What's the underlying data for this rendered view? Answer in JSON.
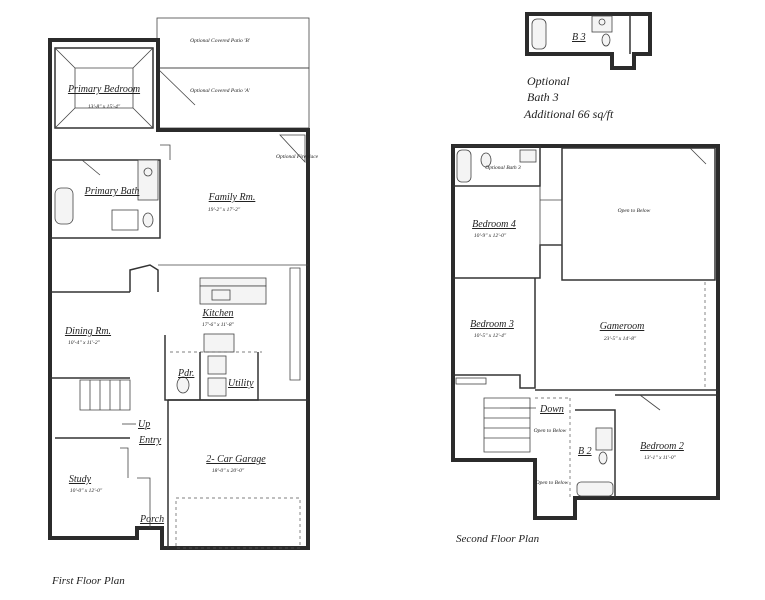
{
  "first_floor": {
    "title": "First Floor Plan",
    "covered_patio_b": "Optional Covered Patio 'B'",
    "covered_patio_a": "Optional Covered Patio 'A'",
    "optional_fireplace": "Optional Fireplace",
    "rooms": {
      "primary_bedroom": {
        "name": "Primary Bedroom",
        "dim": "13'-8\" x 15'-4\""
      },
      "primary_bath": {
        "name": "Primary Bath"
      },
      "family_room": {
        "name": "Family Rm.",
        "dim": "19'-2\" x 17'-2\""
      },
      "kitchen": {
        "name": "Kitchen",
        "dim": "17'-6\" x 11'-8\""
      },
      "dining_room": {
        "name": "Dining Rm.",
        "dim": "10'-4\" x 11'-2\""
      },
      "powder": {
        "name": "Pdr."
      },
      "utility": {
        "name": "Utility"
      },
      "up": {
        "name": "Up"
      },
      "entry": {
        "name": "Entry"
      },
      "garage": {
        "name": "2- Car Garage",
        "dim": "18'-0\" x 20'-0\""
      },
      "study": {
        "name": "Study",
        "dim": "10'-0\" x 12'-0\""
      },
      "porch": {
        "name": "Porch"
      }
    }
  },
  "second_floor": {
    "title": "Second Floor Plan",
    "optional_bath_3_label": "Optional Bath 3",
    "rooms": {
      "bedroom_4": {
        "name": "Bedroom 4",
        "dim": "10'-9\" x 12'-0\""
      },
      "open_to_below_top": {
        "name": "Open to Below"
      },
      "bedroom_3": {
        "name": "Bedroom 3",
        "dim": "10'-5\" x 12'-4\""
      },
      "gameroom": {
        "name": "Gameroom",
        "dim": "23'-5\" x 14'-8\""
      },
      "down": {
        "name": "Down"
      },
      "open_to_below_stair": {
        "name": "Open to Below"
      },
      "open_to_below_stair2": {
        "name": "Open to Below"
      },
      "bath_2": {
        "name": "B 2"
      },
      "bedroom_2": {
        "name": "Bedroom 2",
        "dim": "13'-1\" x 11'-0\""
      }
    }
  },
  "optional_bath3": {
    "label": "B 3",
    "title_line1": "Optional",
    "title_line2": "Bath 3",
    "title_line3": "Additional 66 sq/ft"
  }
}
